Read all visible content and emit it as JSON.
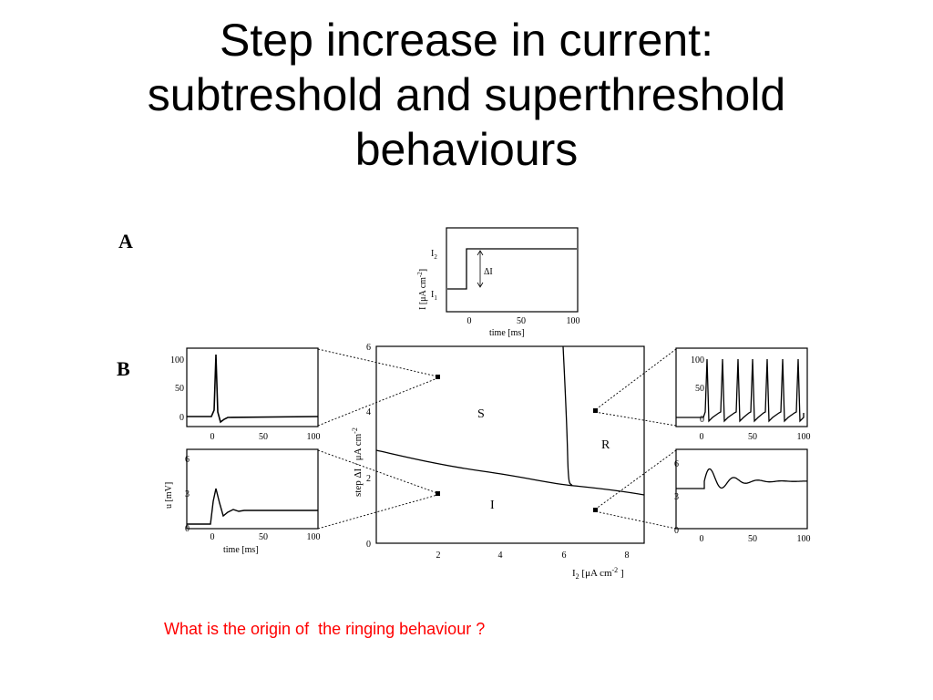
{
  "slide": {
    "title_lines": [
      "Step increase in current:",
      "subtreshold and superthreshold",
      "behaviours"
    ],
    "question": "What is the origin of  the ringing behaviour ?"
  },
  "figure": {
    "panel_a_label": "A",
    "panel_b_label": "B",
    "inset_a": {
      "ylabel": "I [μA cm",
      "ylabel_exp": "-2",
      "ylabel_close": "]",
      "y_tick_i2": "I",
      "y_tick_i2_sub": "2",
      "y_tick_i1": "I",
      "y_tick_i1_sub": "1",
      "delta_label": "ΔI",
      "xlabel": "time [ms]",
      "x_ticks": [
        "0",
        "50",
        "100"
      ]
    },
    "main": {
      "xlabel_pre": "I",
      "xlabel_sub": "2",
      "xlabel_mid": " [μA cm",
      "xlabel_exp": "-2",
      "xlabel_post": " ]",
      "ylabel": "step ΔI / μA cm",
      "ylabel_exp": "-2",
      "x_ticks": [
        "2",
        "4",
        "6",
        "8"
      ],
      "y_ticks": [
        "0",
        "2",
        "4",
        "6"
      ],
      "region_s": "S",
      "region_i": "I",
      "region_r": "R"
    },
    "left_top": {
      "y_ticks": [
        "100",
        "50",
        "0"
      ],
      "x_ticks": [
        "0",
        "50",
        "100"
      ]
    },
    "left_bottom": {
      "ylabel": "u [mV]",
      "y_ticks": [
        "6",
        "3",
        "0"
      ],
      "x_ticks": [
        "0",
        "50",
        "100"
      ],
      "xlabel": "time [ms]"
    },
    "right_top": {
      "y_ticks": [
        "100",
        "50",
        "0"
      ],
      "x_ticks": [
        "0",
        "50",
        "100"
      ]
    },
    "right_bottom": {
      "y_ticks": [
        "6",
        "3",
        "0"
      ],
      "x_ticks": [
        "0",
        "50",
        "100"
      ]
    }
  }
}
